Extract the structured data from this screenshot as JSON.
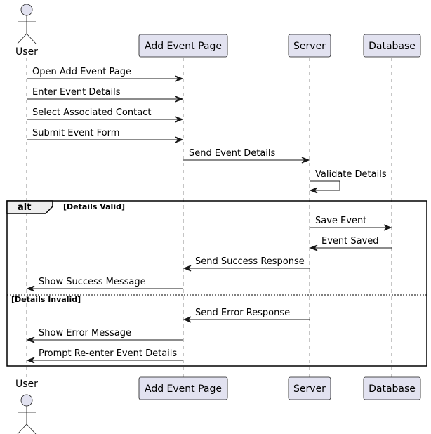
{
  "participants": [
    {
      "id": "user",
      "kind": "actor",
      "label": "User"
    },
    {
      "id": "page",
      "kind": "box",
      "label": "Add Event Page"
    },
    {
      "id": "server",
      "kind": "box",
      "label": "Server"
    },
    {
      "id": "db",
      "kind": "box",
      "label": "Database"
    }
  ],
  "messages": [
    {
      "from": "user",
      "to": "page",
      "label": "Open Add Event Page"
    },
    {
      "from": "user",
      "to": "page",
      "label": "Enter Event Details"
    },
    {
      "from": "user",
      "to": "page",
      "label": "Select Associated Contact"
    },
    {
      "from": "user",
      "to": "page",
      "label": "Submit Event Form"
    },
    {
      "from": "page",
      "to": "server",
      "label": "Send Event Details"
    },
    {
      "from": "server",
      "to": "server",
      "label": "Validate Details"
    },
    {
      "from": "server",
      "to": "db",
      "label": "Save Event"
    },
    {
      "from": "db",
      "to": "server",
      "label": "Event Saved"
    },
    {
      "from": "server",
      "to": "page",
      "label": "Send Success Response"
    },
    {
      "from": "page",
      "to": "user",
      "label": "Show Success Message"
    },
    {
      "from": "server",
      "to": "page",
      "label": "Send Error Response"
    },
    {
      "from": "page",
      "to": "user",
      "label": "Show Error Message"
    },
    {
      "from": "page",
      "to": "user",
      "label": "Prompt Re-enter Event Details"
    }
  ],
  "fragment": {
    "type": "alt",
    "guard1": "[Details Valid]",
    "guard2": "[Details Invalid]"
  },
  "colors": {
    "participant_fill": "#e2e2f0",
    "participant_border": "#181818",
    "lifeline": "#181818",
    "arrow": "#181818"
  }
}
